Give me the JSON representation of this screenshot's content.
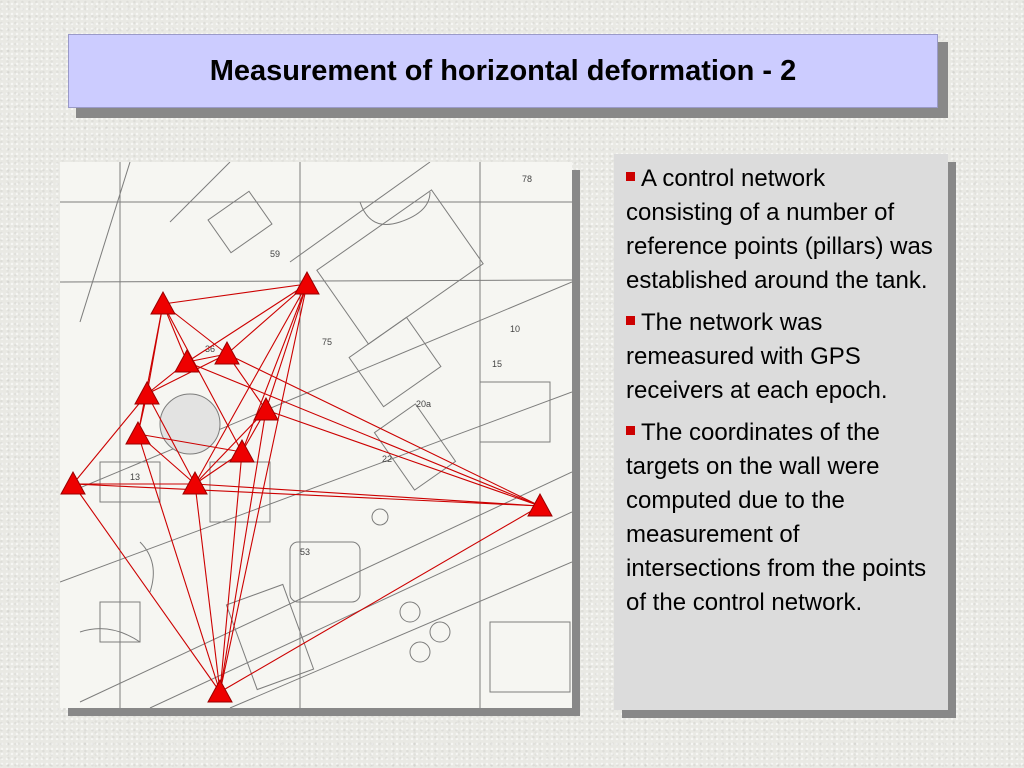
{
  "title": "Measurement of horizontal deformation - 2",
  "bullets": [
    "A control network consisting of a number of reference points (pillars) was established around the tank.",
    "The network was remeasured with GPS receivers at each epoch.",
    "The coordinates of the targets on the wall were computed due to the measurement of intersections from the points of the control network."
  ],
  "colors": {
    "title_bg": "#ccccff",
    "bullet_marker": "#cc0000",
    "network_line": "#cc0000",
    "pillar_marker": "#ee0000"
  },
  "map": {
    "plan_labels": [
      "59",
      "75",
      "15",
      "13",
      "22",
      "53",
      "10",
      "78",
      "20a",
      "36"
    ]
  }
}
